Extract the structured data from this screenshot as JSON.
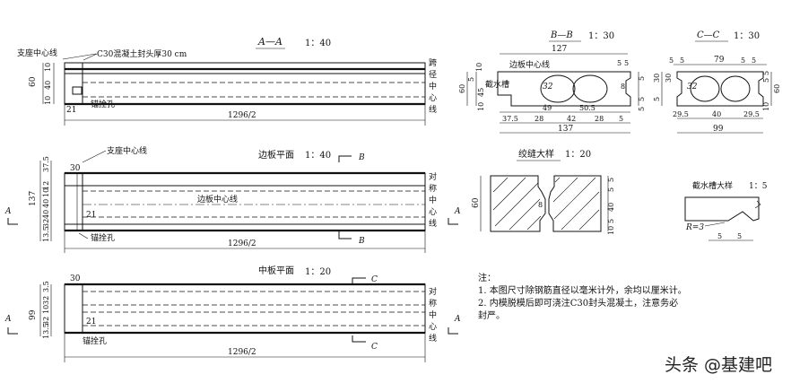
{
  "sec_aa": {
    "title": "A—A",
    "scale": "1：40",
    "pier_line": "支座中心线",
    "seal": "C30混凝土封头厚30 cm",
    "span_line_chars": [
      "跨",
      "径",
      "中",
      "心",
      "线"
    ],
    "anchor_hole": "锚拴孔",
    "dim_60": "60",
    "dim_10": "10",
    "dim_40": "40",
    "dim_21": "21",
    "dim_half": "1296/2"
  },
  "edge_plan": {
    "title": "边板平面",
    "scale": "1：40",
    "pier_line": "支座中心线",
    "center_line": "边板中心线",
    "sym_line_chars": [
      "对",
      "称",
      "中",
      "心",
      "线"
    ],
    "anchor_hole": "锚拴孔",
    "dims_left": [
      "37.5",
      "12",
      "10",
      "40",
      "40",
      "32",
      "13.5"
    ],
    "dim_137": "137",
    "dim_30": "30",
    "dim_21": "21",
    "dim_half": "1296/2",
    "mark_a": "A",
    "mark_b": "B"
  },
  "mid_plan": {
    "title": "中板平面",
    "scale": "1：20",
    "sym_line_chars": [
      "对",
      "称",
      "中",
      "心",
      "线"
    ],
    "anchor_hole": "锚拴孔",
    "dims_left": [
      "3.5",
      "32",
      "10",
      "32",
      "13.5"
    ],
    "dim_99": "99",
    "dim_30": "30",
    "dim_21": "21",
    "dim_half": "1296/2",
    "mark_a": "A",
    "mark_c": "C"
  },
  "sec_bb": {
    "title": "B—B",
    "scale": "1：30",
    "center_line": "边板中心线",
    "drip_groove": "截水槽",
    "dim_127": "127",
    "dims_top": [
      "10",
      "5",
      "5",
      "5",
      "5"
    ],
    "dims_left": [
      "60",
      "5",
      "45",
      "10"
    ],
    "dim_r": "32",
    "dims_right": [
      "5",
      "8",
      "5",
      "5"
    ],
    "dims_bottom1": [
      "49",
      "50.5"
    ],
    "dims_bottom2": [
      "37.5",
      "28",
      "42",
      "28",
      "5"
    ],
    "dim_137": "137"
  },
  "sec_cc": {
    "title": "C—C",
    "scale": "1：30",
    "dims_top": [
      "5",
      "5",
      "79",
      "5",
      "5"
    ],
    "dims_left": [
      "30",
      "30",
      "5"
    ],
    "dims_right": [
      "5",
      "5",
      "60",
      "10"
    ],
    "dim_r": "32",
    "dims_bottom1": [
      "29.5",
      "40",
      "29.5"
    ],
    "dim_99": "99"
  },
  "hinge": {
    "title": "绞缝大样",
    "scale": "1：20",
    "dim_60": "60",
    "dims_right": [
      "5",
      "5",
      "40",
      "5",
      "10"
    ],
    "dim_8": "8"
  },
  "drip_detail": {
    "title": "截水槽大样",
    "scale": "1：5",
    "radius": "R=3",
    "dims": [
      "5",
      "5"
    ]
  },
  "notes": {
    "heading": "注：",
    "lines": [
      "1. 本图尺寸除钢筋直径以毫米计外，余均以厘米计。",
      "2. 内模脱模后即可浇注C30封头混凝土，注意务必",
      "   封严。"
    ]
  },
  "watermark": "头条 @基建吧"
}
